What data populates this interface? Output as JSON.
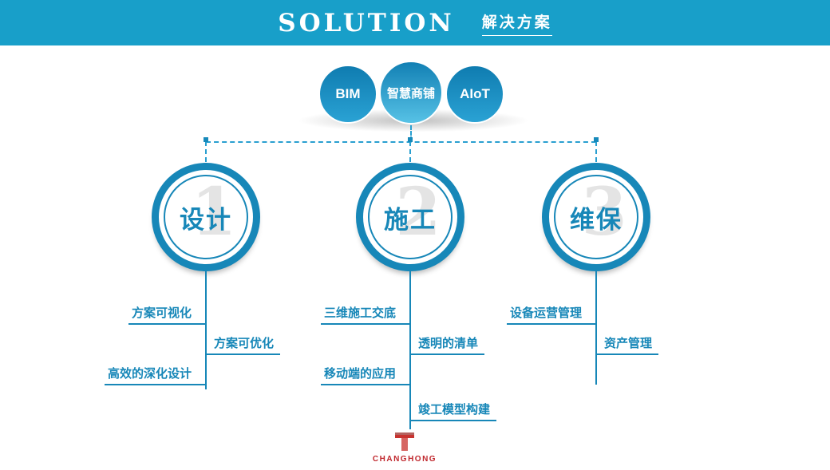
{
  "header": {
    "title": "SOLUTION",
    "subtitle": "解决方案",
    "bg_color": "#189fc9"
  },
  "colors": {
    "accent_blue": "#1787b8",
    "dash_blue": "#2a9fd0",
    "brand_red": "#c0272d"
  },
  "top_circles": [
    {
      "label": "BIM"
    },
    {
      "label": "智慧商铺"
    },
    {
      "label": "AIoT"
    }
  ],
  "branches": [
    {
      "number": "1",
      "title": "设计",
      "items": [
        {
          "label": "方案可视化",
          "side": "left"
        },
        {
          "label": "方案可优化",
          "side": "right"
        },
        {
          "label": "高效的深化设计",
          "side": "left"
        }
      ]
    },
    {
      "number": "2",
      "title": "施工",
      "items": [
        {
          "label": "三维施工交底",
          "side": "left"
        },
        {
          "label": "透明的清单",
          "side": "right"
        },
        {
          "label": "移动端的应用",
          "side": "left"
        },
        {
          "label": "竣工模型构建",
          "side": "right"
        }
      ]
    },
    {
      "number": "3",
      "title": "维保",
      "items": [
        {
          "label": "设备运营管理",
          "side": "left"
        },
        {
          "label": "资产管理",
          "side": "right"
        }
      ]
    }
  ],
  "logo": {
    "brand": "CHANGHONG"
  }
}
